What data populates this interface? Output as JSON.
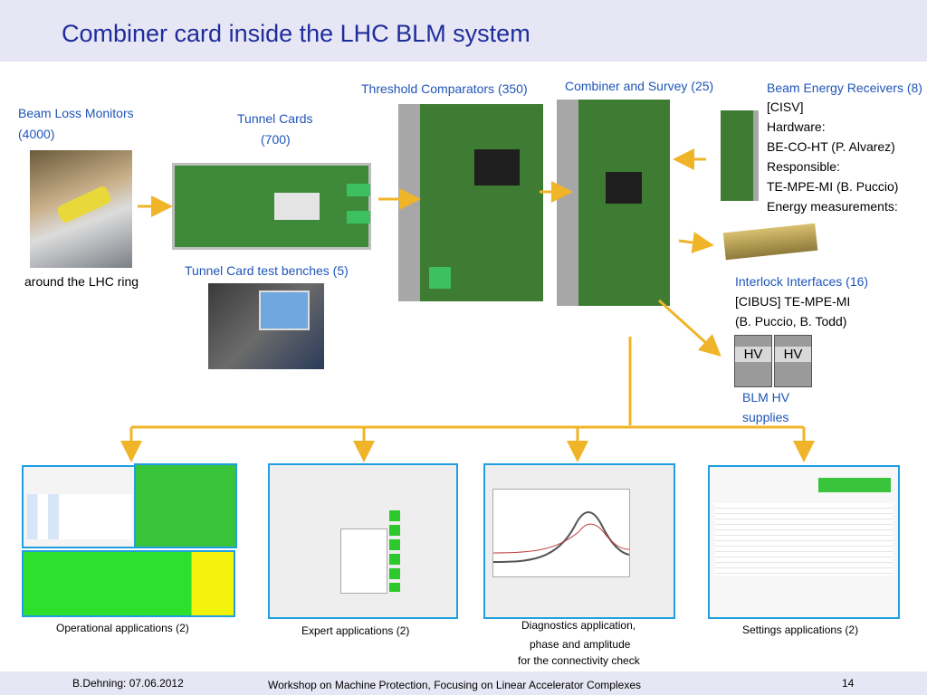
{
  "title": "Combiner card inside the LHC BLM system",
  "monitors": {
    "label_line1": "Beam Loss Monitors",
    "label_line2": "(4000)",
    "caption": "around the LHC ring"
  },
  "tunnel_cards": {
    "label_line1": "Tunnel Cards",
    "label_line2": "(700)"
  },
  "test_benches": {
    "label": "Tunnel Card test benches (5)"
  },
  "threshold": {
    "label": "Threshold Comparators (350)"
  },
  "combiner": {
    "label": "Combiner and Survey (25)"
  },
  "energy": {
    "label": "Beam Energy Receivers (8)",
    "lines": [
      "[CISV]",
      "Hardware:",
      "BE-CO-HT (P. Alvarez)",
      "Responsible:",
      "TE-MPE-MI (B. Puccio)",
      "Energy measurements:"
    ]
  },
  "interlock": {
    "label": "Interlock Interfaces (16)",
    "lines": [
      "[CIBUS]  TE-MPE-MI",
      "(B. Puccio, B. Todd)"
    ]
  },
  "hv": {
    "unit_label": "HV",
    "label_line1": "BLM HV",
    "label_line2": "supplies"
  },
  "applications": {
    "operational": "Operational applications (2)",
    "expert": "Expert applications (2)",
    "diagnostics_line1": "Diagnostics application,",
    "diagnostics_line2": "phase and amplitude",
    "diagnostics_line3": "for the connectivity check",
    "settings": "Settings applications (2)"
  },
  "footer": {
    "author": "B.Dehning: 07.06.2012",
    "event": "Workshop on Machine Protection, Focusing on Linear Accelerator Complexes",
    "page": "14"
  },
  "colors": {
    "title": "#1f2d9c",
    "label_blue": "#1f55b8",
    "arrow": "#f0b428",
    "header": "#e6e6f4",
    "screenshot_border": "#1ea0e0"
  }
}
